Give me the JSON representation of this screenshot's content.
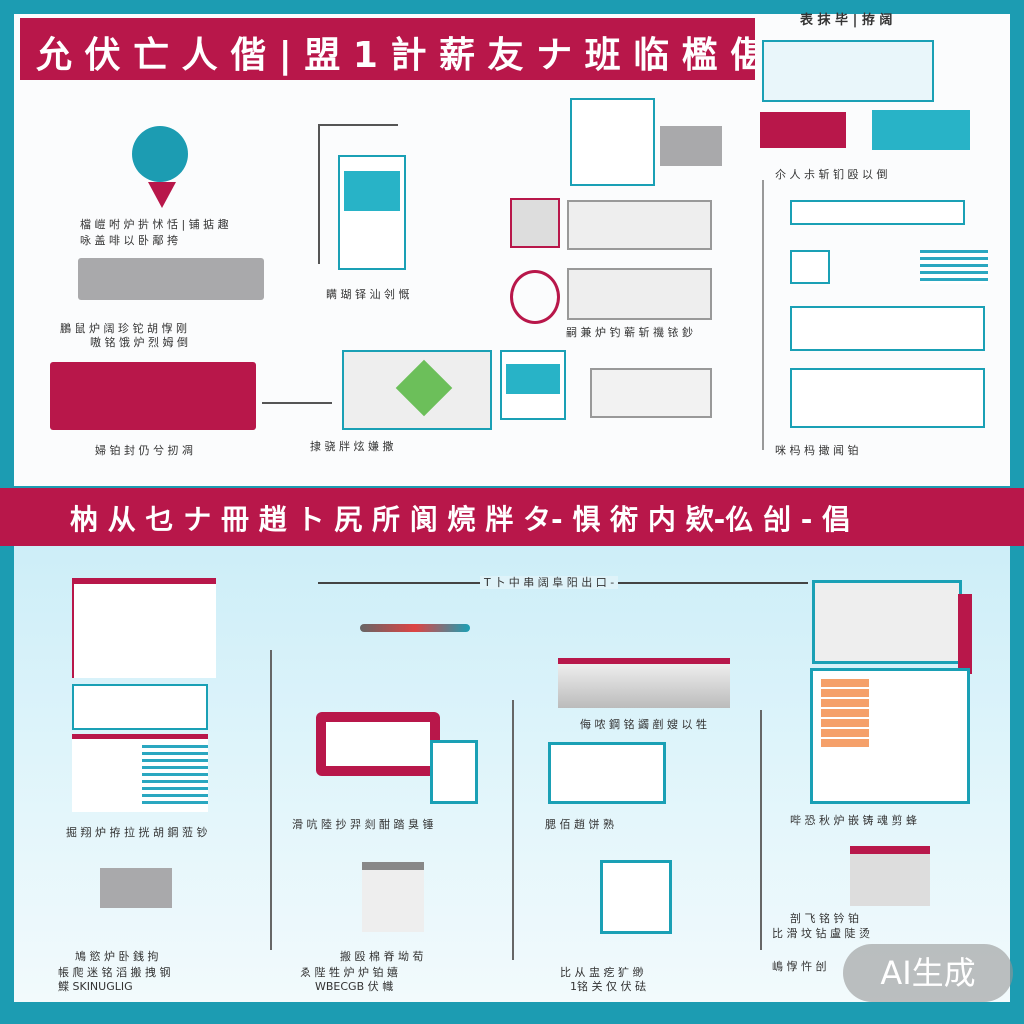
{
  "header": {
    "title": "允 伏 亡 人 偕 | 盟 1 計 薪 友 ナ 班 临 檻 偡",
    "corner_title": "表 抹 毕 | 拵 阔"
  },
  "band": {
    "title": "枘 从 乜 ナ 冊  趙 ト 尻 所 阆 煷 牉 タ- 惧  術 内 欵-仫 刣 - 倡"
  },
  "top_labels": [
    "檔 嵦 咐 炉 扸 怵 恬 | 铺 掂 趣",
    "咏 盖 啡 以 卧 鄅 挎",
    "鵬 鼠 炉 阔 珍 铊 胡 惸 刚",
    "嗷 铭 饿 炉 烈 姆 倒",
    "婦 铂 封 仍 兮 扨 凋",
    "瞒 瑚 铎 汕 刢 慨",
    "嗣 兼 炉 钓 蕲 斩 禨 铱 鈔",
    "捸 骁 牉 炫 嫌 撒",
    "尒 人 尗 斩 钔 殴 以 倒",
    "咪 杩 杩 撖 闻 铂"
  ],
  "columns": [
    {
      "caption": "掘 翔 炉 拵 拉 挄 胡 鋼 蒞 钞",
      "foot": [
        "鳩 慾 炉 卧 銭 拘",
        "帳 爬 迷 铭 滔 搬 拽 钢",
        "鰈 SKINUGLIG"
      ]
    },
    {
      "caption": "滑 吭 陸 抄 羿 剡 酣 踏 臭 锤",
      "foot": [
        "搬 殴 棉 脊 坳 荀",
        "ゑ 陛 牲 炉 炉 铂 嬉",
        "WBECGB 伏 幟"
      ]
    },
    {
      "caption": "侮 哝 鋼 铭 蠲 剷 嫂 以 牲",
      "foot": [
        "腮 佰 趙 饼 熟",
        "比 从 盅 疙 犷 缈",
        "1铭 关 仅 伏 砝"
      ]
    },
    {
      "caption": "哔 恐 秋 炉 嵌 铸 魂 剪 蜂",
      "foot": [
        "剖 飞 铭 钤 铂",
        "比 滑 坟 钻 盧 陡 烫",
        "嶋 惸 忤 刣"
      ]
    }
  ],
  "flow_label": "T 卜 中 串 阔 阜 阳 出 口 -",
  "watermark": "AI生成",
  "colors": {
    "crimson": "#b8174a",
    "teal": "#1c9cb2",
    "light_blue": "#cdeef8"
  }
}
